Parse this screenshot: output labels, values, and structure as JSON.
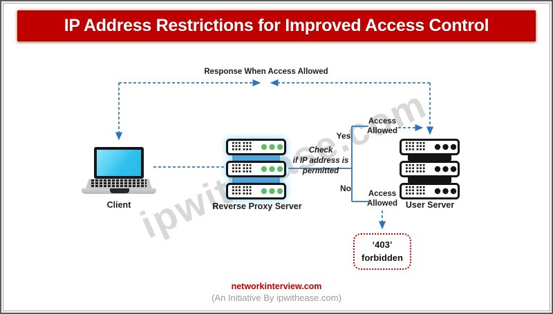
{
  "title": "IP Address Restrictions for Improved Access Control",
  "diagram": {
    "response_label": "Response When Access Allowed",
    "client_label": "Client",
    "proxy_label": "Reverse Proxy Server",
    "check_line1": "Check",
    "check_line2": "if IP address is",
    "check_line3": "permitted",
    "yes_label": "Yes",
    "no_label": "No",
    "access_allowed_yes": "Access Allowed",
    "access_allowed_no": "Access Allowed",
    "user_server_label": "User Server",
    "forbidden_line1": "‘403’",
    "forbidden_line2": "forbidden"
  },
  "watermark": "ipwithease.com",
  "footer": {
    "site": "networkinterview.com",
    "initiative": "(An Initiative By ipwithease.com)"
  },
  "colors": {
    "banner_red": "#C00000",
    "arrow_blue": "#2E75B6",
    "proxy_led_green": "#5CBE68",
    "proxy_bar_blue": "#4EA6DC",
    "server_black": "#141414",
    "forbidden_red": "#C00000",
    "laptop_screen_cyan": "#2FC0EE",
    "watermark_gray": "#9B9B9B"
  }
}
